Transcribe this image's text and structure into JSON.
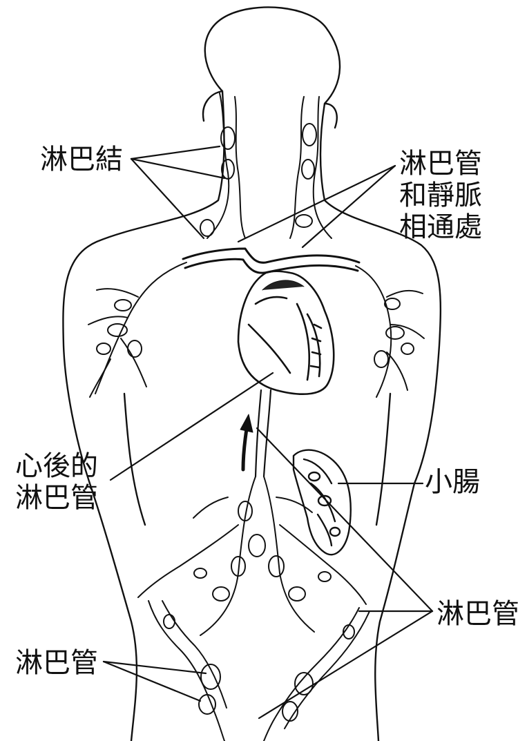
{
  "labels": {
    "lymph_nodes": "淋巴結",
    "vein_junction": [
      "淋巴管",
      "和靜脈",
      "相通處"
    ],
    "behind_heart": [
      "心後的",
      "淋巴管"
    ],
    "small_intestine": "小腸",
    "vessel_right": "淋巴管",
    "vessel_left": "淋巴管"
  },
  "colors": {
    "ink": "#111111",
    "background": "#ffffff"
  }
}
